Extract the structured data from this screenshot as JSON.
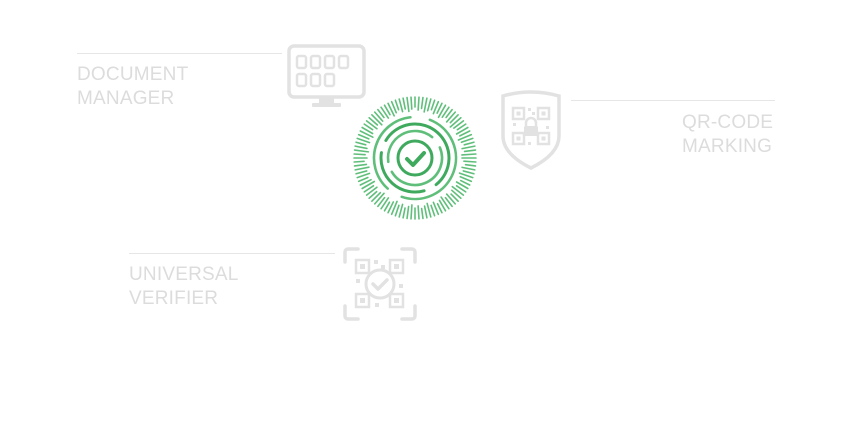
{
  "features": {
    "document_manager": {
      "line1": "DOCUMENT",
      "line2": "MANAGER",
      "icon": "monitor-grid-icon"
    },
    "qr_code_marking": {
      "line1": "QR-CODE",
      "line2": "MARKING",
      "icon": "shield-qr-lock-icon"
    },
    "universal_verifier": {
      "line1": "UNIVERSAL",
      "line2": "VERIFIER",
      "icon": "qr-scan-check-icon"
    }
  },
  "center_emblem": {
    "icon": "fingerprint-check-icon"
  },
  "colors": {
    "label_gray": "#dcdcdc",
    "icon_gray": "#e2e2e2",
    "line_gray": "#e6e6e6",
    "emblem_green": "#5fbf7a",
    "emblem_green_dark": "#3faa5e"
  }
}
